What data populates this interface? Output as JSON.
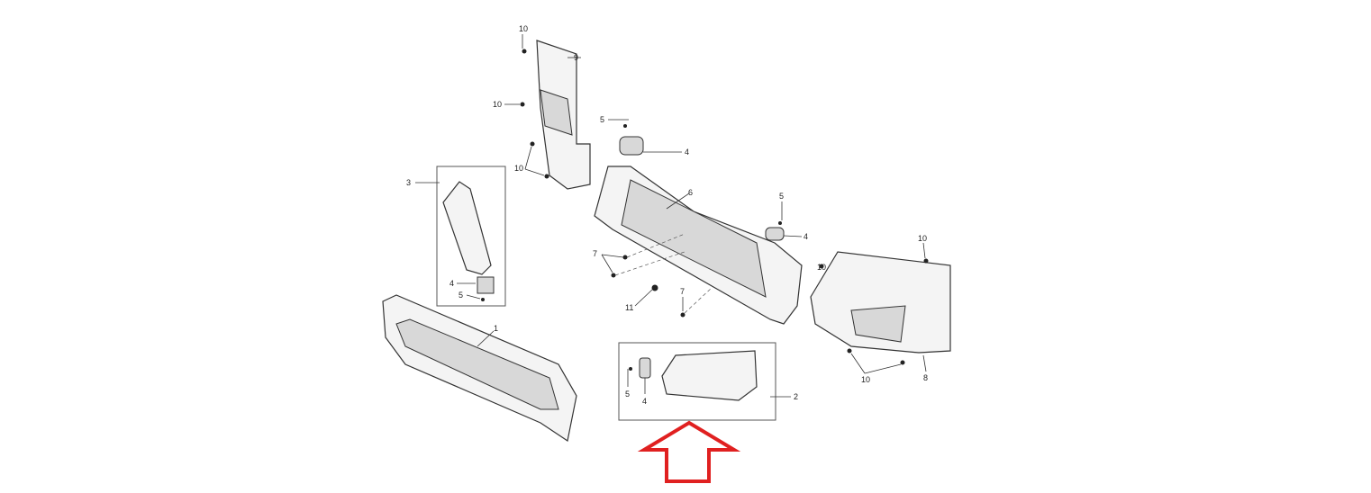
{
  "diagram": {
    "callouts": [
      "10",
      "9",
      "10",
      "10",
      "5",
      "4",
      "3",
      "6",
      "5",
      "4",
      "10",
      "7",
      "4",
      "5",
      "11",
      "7",
      "1",
      "5",
      "4",
      "2",
      "10",
      "8",
      "10"
    ],
    "highlight_color": "#e02020"
  }
}
